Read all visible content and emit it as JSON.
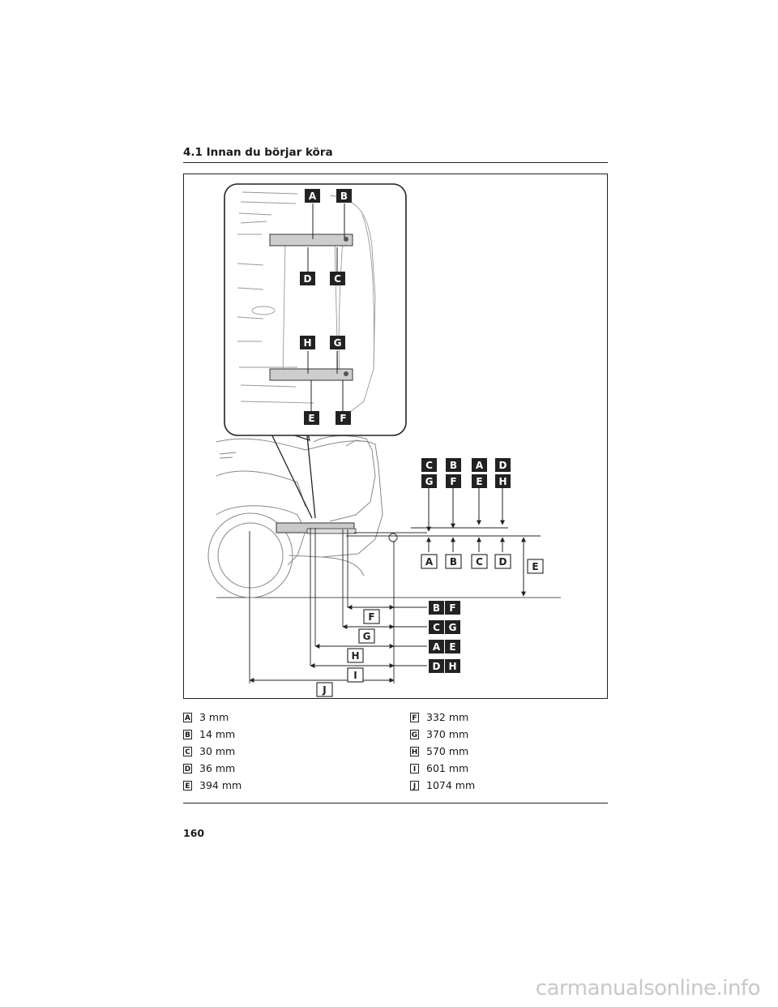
{
  "header": {
    "title": "4.1  Innan du börjar köra"
  },
  "figure": {
    "inset_top_labels": [
      "A",
      "B"
    ],
    "inset_mid_labels": [
      "D",
      "C"
    ],
    "inset_low_labels": [
      "H",
      "G"
    ],
    "inset_bottom_labels": [
      "E",
      "F"
    ],
    "side_top_row": [
      "C",
      "B",
      "A",
      "D"
    ],
    "side_second_row": [
      "G",
      "F",
      "E",
      "H"
    ],
    "side_under_row": [
      "A",
      "B",
      "C",
      "D"
    ],
    "height_label": "E",
    "dim_rows": [
      {
        "left": "F",
        "right": [
          "B",
          "F"
        ]
      },
      {
        "left": "G",
        "right": [
          "C",
          "G"
        ]
      },
      {
        "left": "H",
        "right": [
          "A",
          "E"
        ]
      },
      {
        "left": "I",
        "right": [
          "D",
          "H"
        ]
      },
      {
        "left": "J",
        "right": []
      }
    ]
  },
  "legend": {
    "left": [
      {
        "key": "A",
        "value": "3 mm"
      },
      {
        "key": "B",
        "value": "14 mm"
      },
      {
        "key": "C",
        "value": "30 mm"
      },
      {
        "key": "D",
        "value": "36 mm"
      },
      {
        "key": "E",
        "value": "394 mm"
      }
    ],
    "right": [
      {
        "key": "F",
        "value": "332 mm"
      },
      {
        "key": "G",
        "value": "370 mm"
      },
      {
        "key": "H",
        "value": "570 mm"
      },
      {
        "key": "I",
        "value": "601 mm"
      },
      {
        "key": "J",
        "value": "1074 mm"
      }
    ]
  },
  "page_number": "160",
  "watermark": "carmanualsonline.info"
}
